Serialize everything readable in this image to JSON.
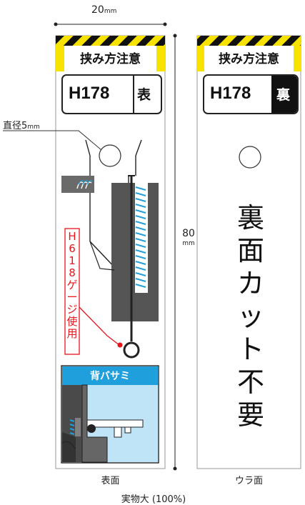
{
  "dimensions": {
    "width": {
      "value": "20",
      "unit": "mm"
    },
    "height": {
      "value": "80",
      "unit": "mm"
    },
    "hole": {
      "label": "直径5",
      "unit": "mm"
    }
  },
  "front": {
    "title": "挟み方注意",
    "code": "H178",
    "face_label": "表",
    "gauge_label": "H618ゲージ使用",
    "inset_title": "背バサミ",
    "caption": "表面"
  },
  "back": {
    "title": "挟み方注意",
    "code": "H178",
    "face_label": "裏",
    "notice": "裏面カット不要",
    "caption": "ウラ面"
  },
  "footer": "実物大 (100%)",
  "colors": {
    "stripe_yellow": "#f7e200",
    "stripe_black": "#111111",
    "accent_red": "#e8141c",
    "accent_blue": "#1fa0dc",
    "light_blue": "#bfe3f7",
    "gray": "#666666",
    "dark_gray": "#4a4a4a"
  }
}
